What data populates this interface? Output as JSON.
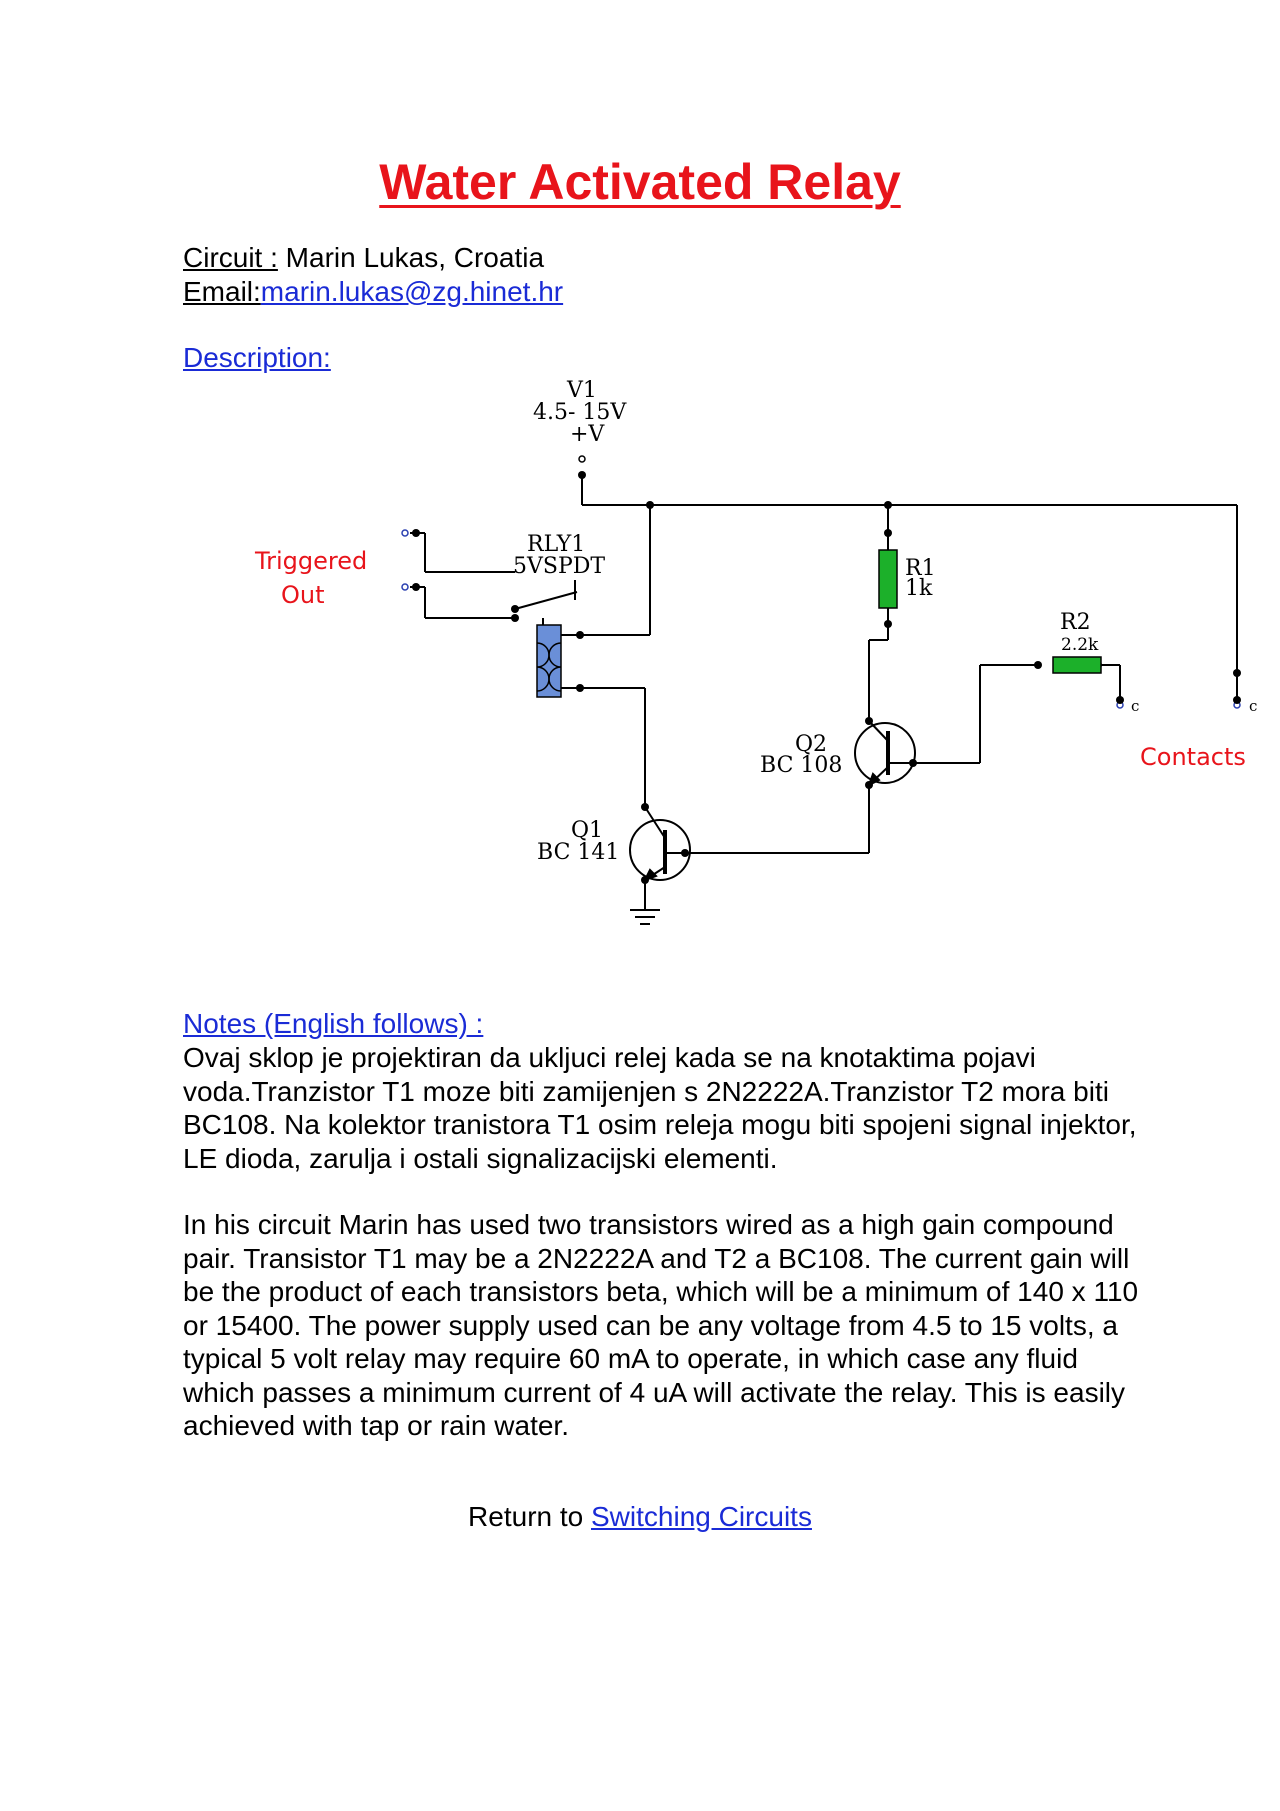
{
  "page": {
    "title": "Water Activated Relay",
    "circuit_label": "Circuit :",
    "circuit_value": " Marin Lukas, Croatia",
    "email_label": "Email:",
    "email_link": "marin.lukas@zg.hinet.hr",
    "description_label": "Description:"
  },
  "schematic": {
    "v1_name": "V1",
    "v1_range": "4.5- 15V",
    "v1_terminal": "+V",
    "rly1_name": "RLY1",
    "rly1_type": "5VSPDT",
    "triggered_line1": "Triggered",
    "triggered_line2": "Out",
    "r1_name": "R1",
    "r1_value": "1k",
    "r2_name": "R2",
    "r2_value": "2.2k",
    "q2_name": "Q2",
    "q2_part": "BC 108",
    "q1_name": "Q1",
    "q1_part": "BC 141",
    "contact_mark_1": "c",
    "contact_mark_2": "c",
    "contacts_label": "Contacts",
    "colors": {
      "red": "#e8141b",
      "resistor": "#1cb02a",
      "coil": "#6a8fd8",
      "wire": "#000000"
    }
  },
  "notes": {
    "heading": "Notes (English follows) :",
    "croatian": "Ovaj sklop je projektiran da ukljuci relej kada se na knotaktima pojavi voda.Tranzistor T1 moze biti zamijenjen s 2N2222A.Tranzistor T2 mora biti BC108. Na kolektor tranistora T1 osim releja mogu biti spojeni signal injektor, LE dioda, zarulja i ostali signalizacijski elementi.",
    "english": "In his circuit Marin has used two transistors wired as a high gain compound pair. Transistor T1 may be a 2N2222A and T2 a BC108. The current gain will be the product of each transistors beta, which will be a minimum of 140 x 110 or 15400. The power supply used can be any voltage from 4.5 to 15 volts, a typical 5 volt relay may require 60 mA to operate, in which case any fluid which passes a minimum current of 4 uA will activate the relay. This is easily achieved with tap or rain water."
  },
  "footer": {
    "return_text": "Return to ",
    "return_link": "Switching Circuits"
  }
}
